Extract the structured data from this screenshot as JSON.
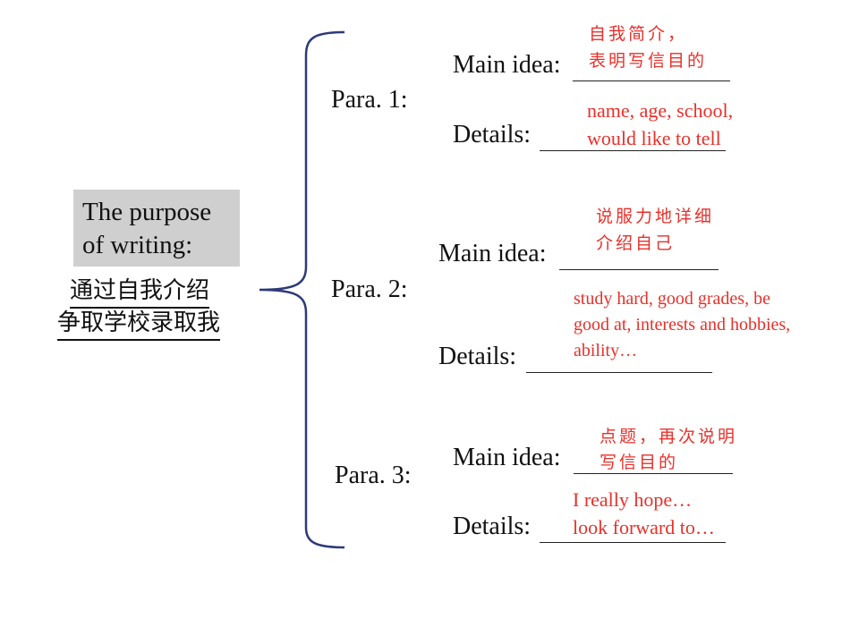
{
  "purpose": {
    "label_line1": "The purpose",
    "label_line2": "of writing:",
    "goal_line1": "通过自我介绍",
    "goal_line2": "争取学校录取我"
  },
  "paragraphs": [
    {
      "name": "Para. 1:",
      "main_idea_label": "Main idea:",
      "details_label": "Details:",
      "main_note_line1": "自我简介，",
      "main_note_line2": "表明写信目的",
      "details_note_line1": "name, age, school,",
      "details_note_line2": "would like to tell"
    },
    {
      "name": "Para. 2:",
      "main_idea_label": "Main idea:",
      "details_label": "Details:",
      "main_note_line1": "说服力地详细",
      "main_note_line2": "介绍自己",
      "details_note_line1": "study hard, good grades, be",
      "details_note_line2": "good at, interests and hobbies,",
      "details_note_line3": "ability…"
    },
    {
      "name": "Para. 3:",
      "main_idea_label": "Main idea:",
      "details_label": "Details:",
      "main_note_line1": "点题，再次说明",
      "main_note_line2": "写信目的",
      "details_note_line1": "I really hope…",
      "details_note_line2": "look forward to…"
    }
  ],
  "colors": {
    "annotation": "#e8302a",
    "brace": "#2d3a78",
    "purpose_box": "#cfcfcf"
  }
}
